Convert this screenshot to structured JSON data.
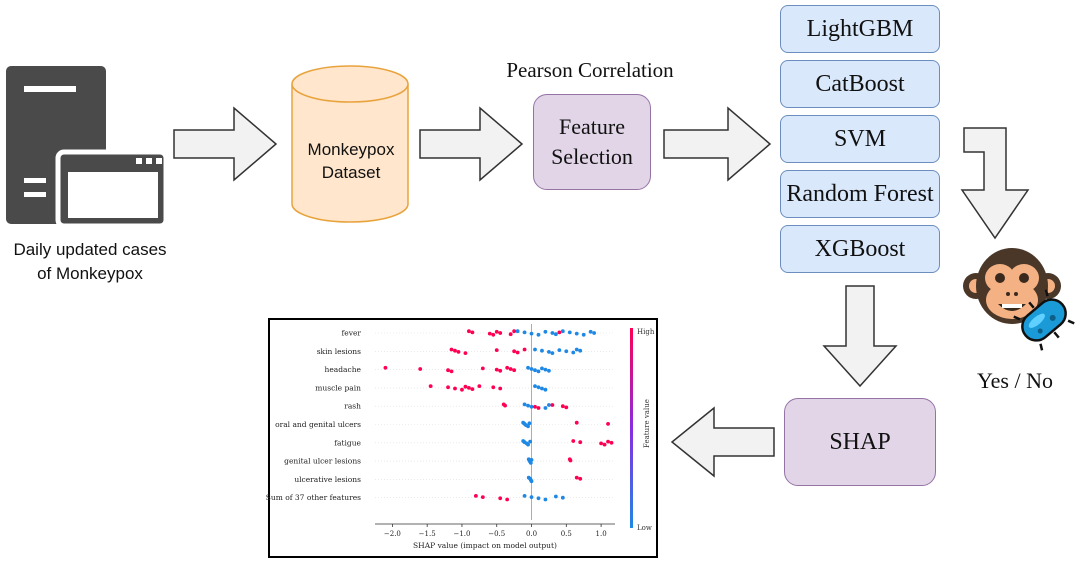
{
  "source": {
    "caption_line1": "Daily updated cases",
    "caption_line2": "of Monkeypox"
  },
  "dataset": {
    "line1": "Monkeypox",
    "line2": "Dataset"
  },
  "feature_selection": {
    "caption": "Pearson Correlation",
    "line1": "Feature",
    "line2": "Selection"
  },
  "models": [
    "LightGBM",
    "CatBoost",
    "SVM",
    "Random Forest",
    "XGBoost"
  ],
  "output": {
    "label": "Yes / No"
  },
  "shap": {
    "label": "SHAP"
  },
  "colors": {
    "model_fill": "#dae8fc",
    "model_border": "#6c8ebf",
    "purple_fill": "#e1d5e7",
    "purple_border": "#9673a6",
    "dataset_fill": "#ffe6cc",
    "dataset_border": "#e8a33c",
    "high": "#ff0052",
    "low": "#1e88e5",
    "server": "#4a4a4a"
  },
  "icons": [
    "server-window-icon",
    "monkey-face-icon",
    "virus-icon",
    "arrow-right-icon",
    "arrow-down-icon",
    "arrow-left-icon"
  ],
  "chart_data": {
    "type": "scatter",
    "subtype": "shap-beeswarm",
    "features": [
      "fever",
      "skin lesions",
      "headache",
      "muscle pain",
      "rash",
      "oral and genital ulcers",
      "fatigue",
      "genital ulcer lesions",
      "ulcerative lesions",
      "Sum of 37 other features"
    ],
    "xlabel": "SHAP value (impact on model output)",
    "xticks": [
      "−2.0",
      "−1.5",
      "−1.0",
      "−0.5",
      "0.0",
      "0.5",
      "1.0"
    ],
    "xlim": [
      -2.25,
      1.2
    ],
    "colorbar": {
      "label": "Feature value",
      "high": "High",
      "low": "Low"
    },
    "series": [
      {
        "feature": "fever",
        "high": [
          -0.9,
          -0.85,
          -0.6,
          -0.55,
          -0.5,
          -0.45,
          -0.3,
          -0.25,
          0.4
        ],
        "low": [
          -0.2,
          -0.1,
          0.0,
          0.1,
          0.2,
          0.3,
          0.35,
          0.45,
          0.55,
          0.65,
          0.75,
          0.85,
          0.9
        ]
      },
      {
        "feature": "skin lesions",
        "high": [
          -1.15,
          -1.1,
          -1.05,
          -0.95,
          -0.5,
          -0.25,
          -0.2,
          -0.1
        ],
        "low": [
          0.05,
          0.15,
          0.25,
          0.3,
          0.4,
          0.5,
          0.6,
          0.65,
          0.7
        ]
      },
      {
        "feature": "headache",
        "high": [
          -2.1,
          -1.6,
          -1.2,
          -1.15,
          -0.7,
          -0.5,
          -0.45,
          -0.35,
          -0.3,
          -0.25
        ],
        "low": [
          -0.05,
          0.0,
          0.05,
          0.1,
          0.15,
          0.2,
          0.25
        ]
      },
      {
        "feature": "muscle pain",
        "high": [
          -1.45,
          -1.2,
          -1.1,
          -1.0,
          -0.95,
          -0.9,
          -0.85,
          -0.75,
          -0.55,
          -0.45
        ],
        "low": [
          0.05,
          0.1,
          0.15,
          0.2
        ]
      },
      {
        "feature": "rash",
        "high": [
          -0.4,
          -0.38,
          0.05,
          0.1,
          0.3,
          0.45,
          0.5
        ],
        "low": [
          -0.1,
          -0.05,
          0.0,
          0.2,
          0.25
        ]
      },
      {
        "feature": "oral and genital ulcers",
        "high": [
          0.65,
          1.1
        ],
        "low": [
          -0.12,
          -0.1,
          -0.08,
          -0.05,
          -0.03
        ]
      },
      {
        "feature": "fatigue",
        "high": [
          0.6,
          0.7,
          1.0,
          1.05,
          1.1,
          1.15
        ],
        "low": [
          -0.12,
          -0.1,
          -0.07,
          -0.05,
          -0.02
        ]
      },
      {
        "feature": "genital ulcer lesions",
        "high": [
          0.55,
          0.56
        ],
        "low": [
          -0.04,
          -0.03,
          -0.02,
          -0.01,
          0.0
        ]
      },
      {
        "feature": "ulcerative lesions",
        "high": [
          0.65,
          0.7
        ],
        "low": [
          -0.04,
          -0.02,
          -0.01,
          0.0
        ]
      },
      {
        "feature": "Sum of 37 other features",
        "high": [
          -0.8,
          -0.7,
          -0.45,
          -0.35
        ],
        "low": [
          -0.1,
          0.0,
          0.1,
          0.2,
          0.35,
          0.45
        ]
      }
    ]
  }
}
